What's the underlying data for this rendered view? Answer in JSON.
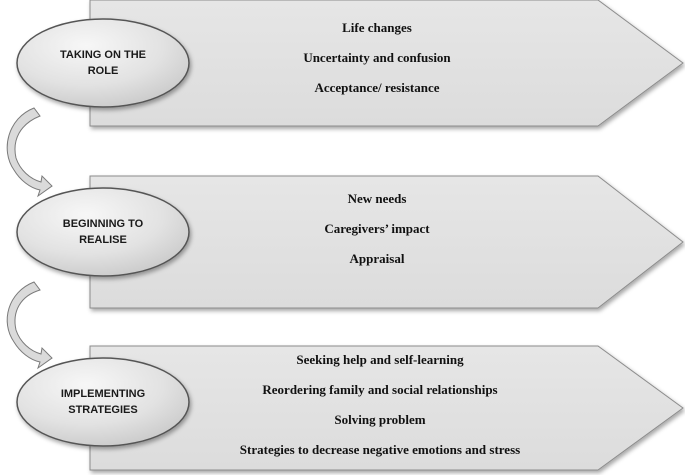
{
  "stages": [
    {
      "label_lines": [
        "TAKING ON THE",
        "ROLE"
      ],
      "items": [
        "Life changes",
        "Uncertainty and confusion",
        "Acceptance/ resistance"
      ]
    },
    {
      "label_lines": [
        "BEGINNING TO",
        "REALISE"
      ],
      "items": [
        "New needs",
        "Caregivers’ impact",
        "Appraisal"
      ]
    },
    {
      "label_lines": [
        "IMPLEMENTING",
        "STRATEGIES"
      ],
      "items": [
        "Seeking help and self-learning",
        "Reordering family and social relationships",
        "Solving problem",
        "Strategies to decrease negative emotions and stress"
      ]
    }
  ],
  "colors": {
    "arrow_fill": "#e3e3e3",
    "arrow_stroke": "#8c8c8c",
    "ellipse_light": "#f7f7f7",
    "ellipse_dark": "#c9c9c9",
    "ellipse_stroke": "#555555",
    "connector_fill": "#dadada"
  }
}
